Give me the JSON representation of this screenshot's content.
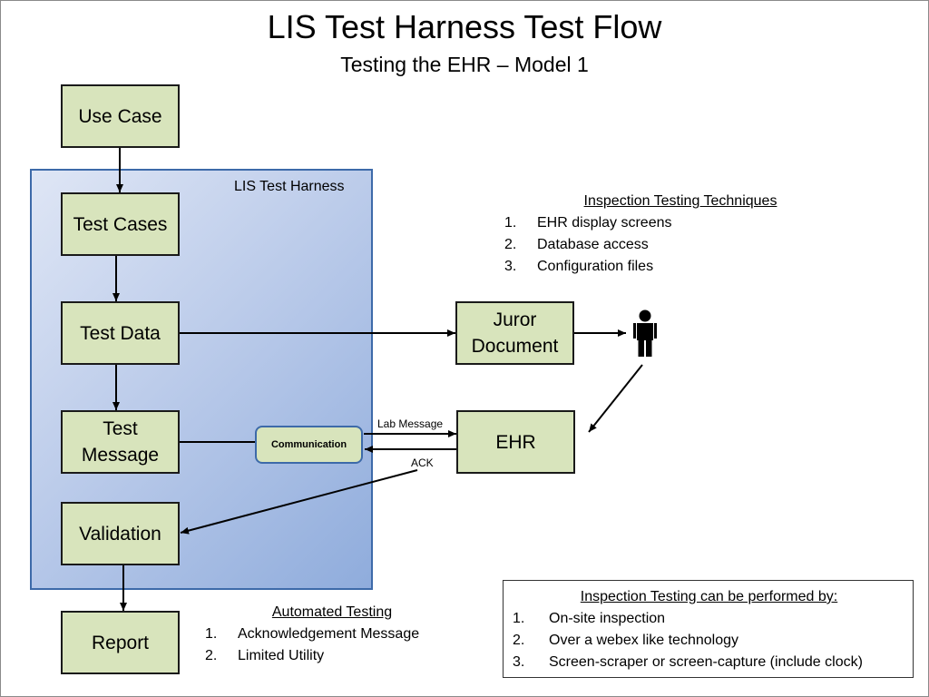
{
  "title": "LIS Test Harness Test Flow",
  "subtitle": "Testing the EHR – Model 1",
  "harness_label": "LIS Test Harness",
  "boxes": {
    "use_case": "Use Case",
    "test_cases": "Test Cases",
    "test_data": "Test Data",
    "test_message": "Test\nMessage",
    "validation": "Validation",
    "report": "Report",
    "juror_document": "Juror\nDocument",
    "ehr": "EHR"
  },
  "communication": "Communication",
  "edge_labels": {
    "lab_message": "Lab  Message",
    "ack": "ACK"
  },
  "inspection_techniques": {
    "heading": "Inspection Testing Techniques",
    "items": [
      {
        "num": "1.",
        "text": "EHR display screens"
      },
      {
        "num": "2.",
        "text": "Database access"
      },
      {
        "num": "3.",
        "text": "Configuration files"
      }
    ]
  },
  "automated_testing": {
    "heading": "Automated Testing",
    "items": [
      {
        "num": "1.",
        "text": "Acknowledgement Message"
      },
      {
        "num": "2.",
        "text": "Limited Utility"
      }
    ]
  },
  "inspection_performed": {
    "heading": "Inspection Testing can be performed by:",
    "items": [
      {
        "num": "1.",
        "text": "On-site inspection"
      },
      {
        "num": "2.",
        "text": "Over a webex like technology"
      },
      {
        "num": "3.",
        "text": "Screen-scraper or screen-capture (include clock)"
      }
    ]
  },
  "icons": {
    "person": "person-icon"
  }
}
